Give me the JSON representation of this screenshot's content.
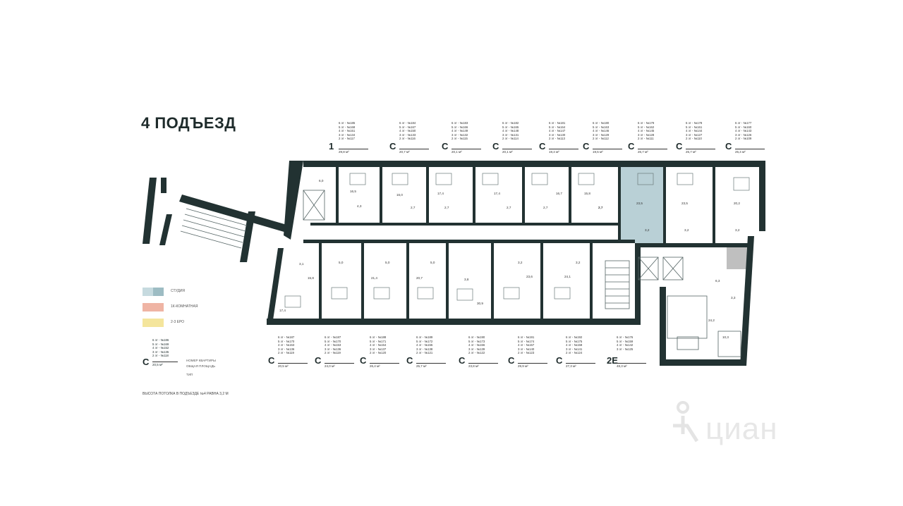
{
  "title": "4 ПОДЪЕЗД",
  "legend": [
    {
      "label": "СТУДИЯ",
      "color": "#b9d0d6",
      "color2": "#a7c4ca"
    },
    {
      "label": "1К-КОМНАТНАЯ",
      "color": "#efb4a4"
    },
    {
      "label": "2-3 ЕРО",
      "color": "#f4e59c"
    }
  ],
  "top_units": [
    {
      "type": "1",
      "floors": [
        "6 эт - №185",
        "5 эт - №168",
        "4 эт - №151",
        "3 эт - №134",
        "2 эт - №117"
      ],
      "area": "29,8 м²"
    },
    {
      "type": "С",
      "floors": [
        "6 эт - №184",
        "5 эт - №167",
        "4 эт - №150",
        "3 эт - №133",
        "2 эт - №116"
      ],
      "area": "20,7 м²"
    },
    {
      "type": "С",
      "floors": [
        "6 эт - №183",
        "5 эт - №166",
        "4 эт - №149",
        "3 эт - №132",
        "2 эт - №115"
      ],
      "area": "20,1 м²"
    },
    {
      "type": "С",
      "floors": [
        "6 эт - №182",
        "5 эт - №165",
        "4 эт - №148",
        "3 эт - №131",
        "2 эт - №114"
      ],
      "area": "20,1 м²"
    },
    {
      "type": "С",
      "floors": [
        "6 эт - №181",
        "5 эт - №164",
        "4 эт - №147",
        "3 эт - №130",
        "2 эт - №113"
      ],
      "area": "19,4 м²"
    },
    {
      "type": "С",
      "floors": [
        "6 эт - №180",
        "5 эт - №163",
        "4 эт - №146",
        "3 эт - №129",
        "2 эт - №112"
      ],
      "area": "19,5 м²"
    },
    {
      "type": "С",
      "floors": [
        "6 эт - №179",
        "5 эт - №162",
        "4 эт - №145",
        "3 эт - №128",
        "2 эт - №111"
      ],
      "area": "26,7 м²"
    },
    {
      "type": "С",
      "floors": [
        "6 эт - №178",
        "5 эт - №161",
        "4 эт - №144",
        "3 эт - №127",
        "2 эт - №110"
      ],
      "area": "25,7 м²"
    },
    {
      "type": "С",
      "floors": [
        "6 эт - №177",
        "5 эт - №160",
        "4 эт - №143",
        "3 эт - №126",
        "2 эт - №109"
      ],
      "area": "25,4 м²"
    }
  ],
  "bottom_units": [
    {
      "type": "С",
      "floors": [
        "6 эт - №187",
        "5 эт - №170",
        "4 эт - №153",
        "3 эт - №136",
        "2 эт - №119"
      ],
      "area": "20,5 м²"
    },
    {
      "type": "С",
      "floors": [
        "6 эт - №187",
        "5 эт - №170",
        "4 эт - №153",
        "3 эт - №136",
        "2 эт - №119"
      ],
      "area": "24,0 м²"
    },
    {
      "type": "С",
      "floors": [
        "6 эт - №188",
        "5 эт - №171",
        "4 эт - №154",
        "3 эт - №137",
        "2 эт - №120"
      ],
      "area": "26,4 м²"
    },
    {
      "type": "С",
      "floors": [
        "6 эт - №189",
        "5 эт - №172",
        "4 эт - №155",
        "3 эт - №138",
        "2 эт - №121"
      ],
      "area": "25,7 м²"
    },
    {
      "type": "С",
      "floors": [
        "6 эт - №190",
        "5 эт - №173",
        "4 эт - №156",
        "3 эт - №139",
        "2 эт - №122"
      ],
      "area": "23,8 м²"
    },
    {
      "type": "С",
      "floors": [
        "6 эт - №191",
        "5 эт - №174",
        "4 эт - №157",
        "3 эт - №140",
        "2 эт - №123"
      ],
      "area": "29,9 м²"
    },
    {
      "type": "С",
      "floors": [
        "6 эт - №192",
        "5 эт - №175",
        "4 эт - №158",
        "3 эт - №141",
        "2 эт - №124"
      ],
      "area": "27,3 м²"
    },
    {
      "type": "2Е",
      "floors": [
        "6 эт - №176",
        "5 эт - №159",
        "4 эт - №142",
        "3 эт - №125"
      ],
      "area": "48,3 м²"
    }
  ],
  "key": {
    "type": "С",
    "floors": [
      "6 эт - №186",
      "5 эт - №169",
      "4 эт - №152",
      "3 эт - №135",
      "2 эт - №118"
    ],
    "area": "20,5 м²",
    "note_number": "НОМЕР КВАРТИРЫ",
    "note_area": "ОБЩАЯ ПЛОЩАДЬ",
    "note_type": "ТИП"
  },
  "ceiling_note": "ВЫСОТА ПОТОЛКА В ПОДЪЕЗДЕ №4 РАВНА 3,2 М",
  "room_areas_top": [
    "6,0",
    "16,5",
    "4,3",
    "16,0",
    "2,7",
    "17,4",
    "2,7",
    "17,4",
    "2,7",
    "2,7",
    "16,7",
    "2,7",
    "15,8",
    "2,7",
    "23,5",
    "3,2",
    "23,5",
    "3,2",
    "20,2",
    "3,2"
  ],
  "room_areas_bottom": [
    "3,1",
    "15,8",
    "17,4",
    "5,0",
    "21,4",
    "5,0",
    "20,7",
    "5,0",
    "3,8",
    "30,9",
    "3,2",
    "23,6",
    "3,2",
    "24,1",
    "6,3",
    "3,3",
    "24,2",
    "10,3"
  ],
  "watermark": "циан",
  "colors": {
    "wall": "#223232",
    "studio": "#b9d0d6",
    "lift": "#cfcfcf"
  }
}
